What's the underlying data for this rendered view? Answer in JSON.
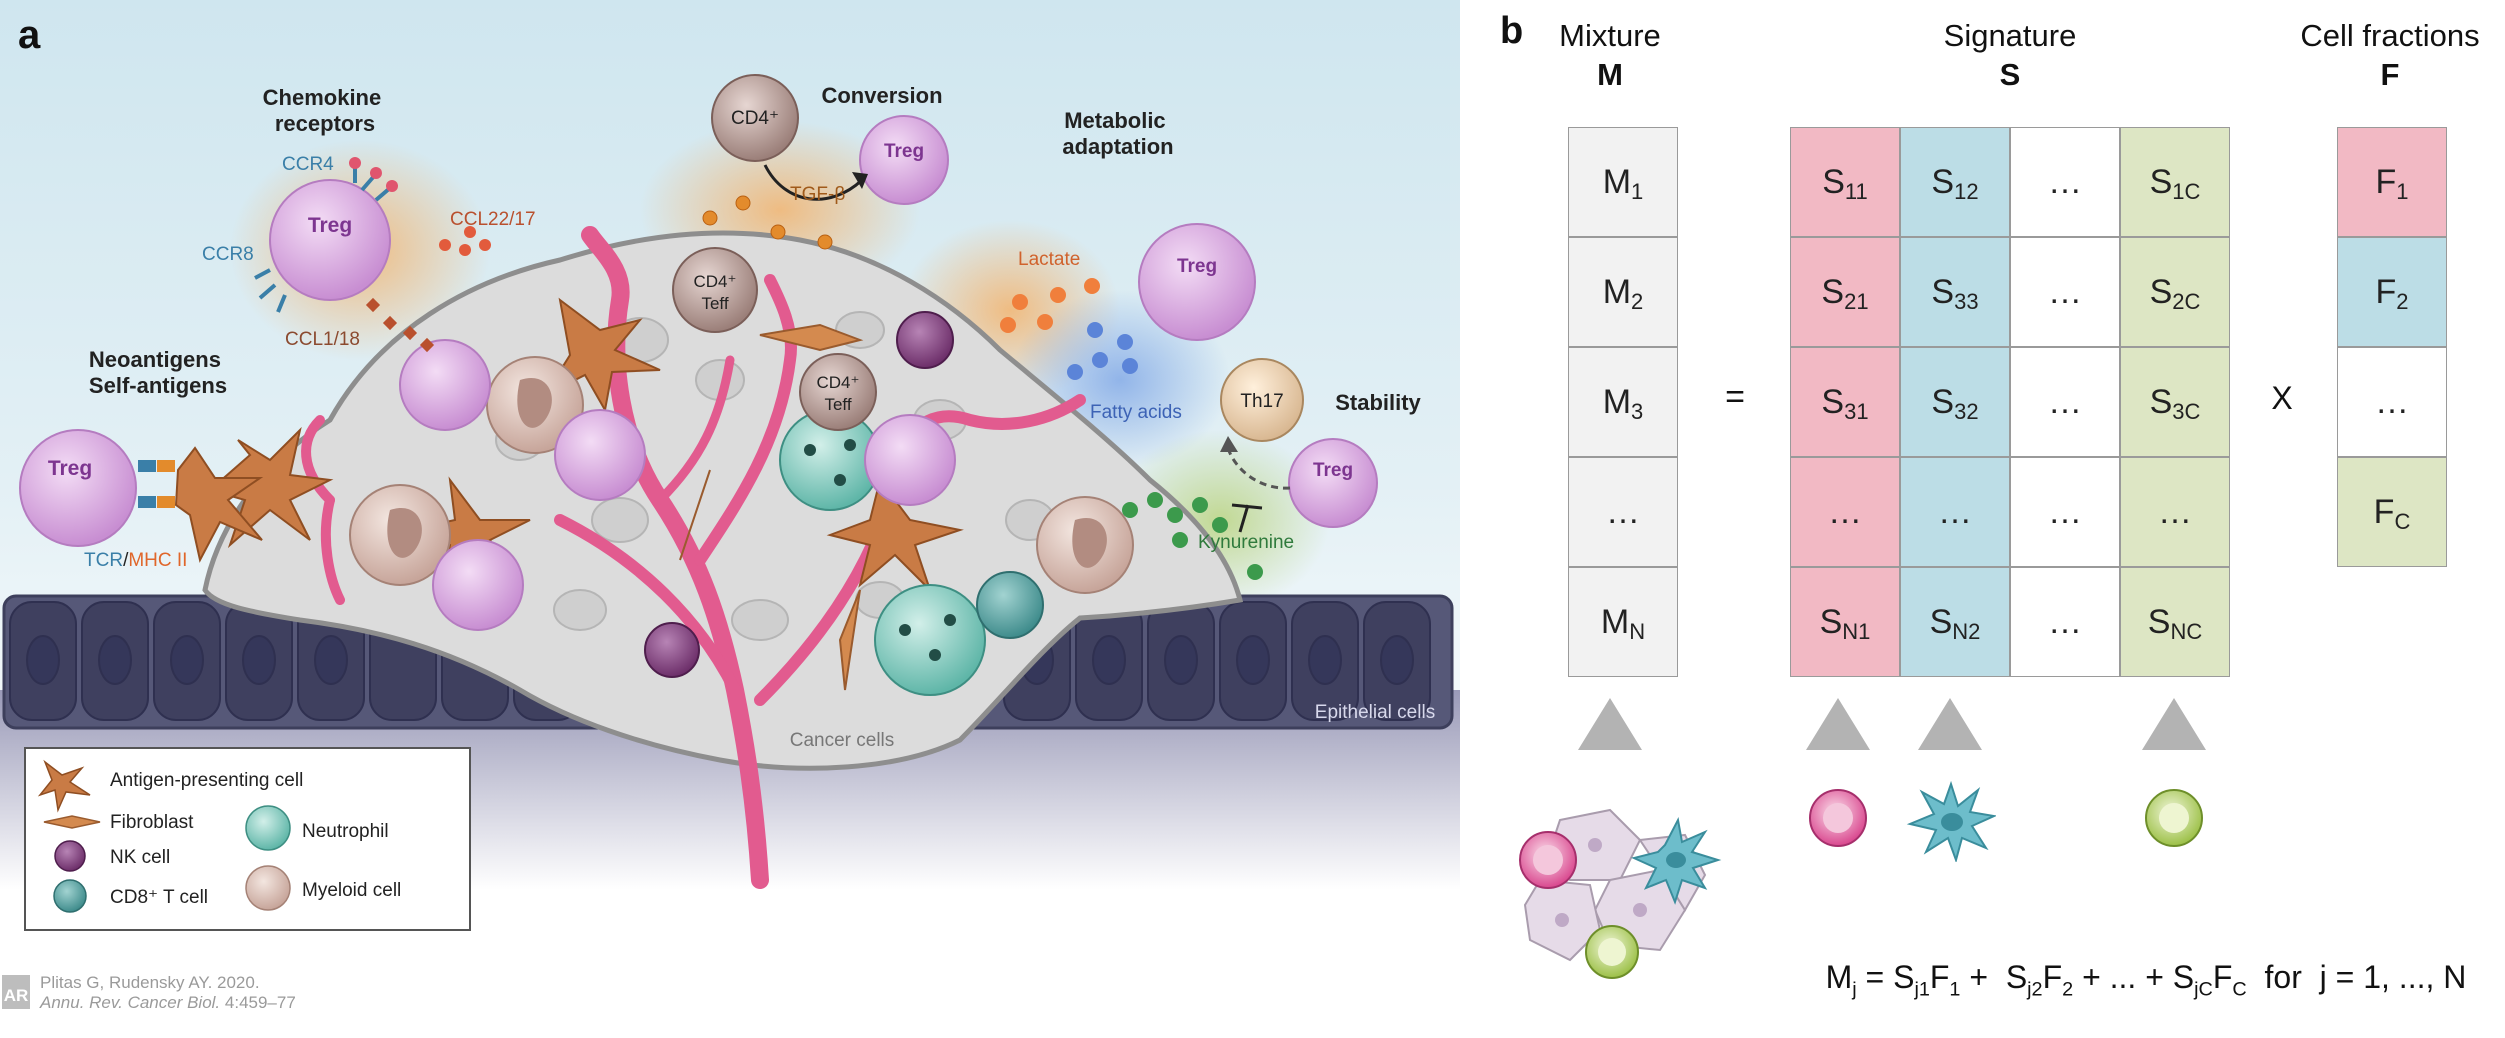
{
  "panel_a": {
    "letter": "a",
    "labels": {
      "chemokine": "Chemokine\nreceptors",
      "ccr4": "CCR4",
      "ccr8": "CCR8",
      "ccl22": "CCL22/17",
      "ccl1": "CCL1/18",
      "conversion": "Conversion",
      "cd4": "CD4⁺",
      "tgf": "TGF-β",
      "metabolic": "Metabolic\nadaptation",
      "lactate": "Lactate",
      "fatty": "Fatty acids",
      "stability": "Stability",
      "th17": "Th17",
      "kynurenine": "Kynurenine",
      "neoantigens": "Neoantigens\nSelf-antigens",
      "tcr": "TCR",
      "slash": "/",
      "mhc": "MHC II",
      "treg": "Treg",
      "cd4teff": "CD4⁺",
      "teff": "Teff",
      "cancer": "Cancer cells",
      "epithelial": "Epithelial cells"
    },
    "legend": {
      "apc": "Antigen-presenting cell",
      "fibroblast": "Fibroblast",
      "nk": "NK cell",
      "neutrophil": "Neutrophil",
      "cd8": "CD8⁺ T cell",
      "myeloid": "Myeloid cell"
    },
    "citation": {
      "authors": "Plitas G, Rudensky AY. 2020.",
      "journal": "Annu. Rev. Cancer Biol.",
      "pages": " 4:459–77",
      "logo": "AR"
    }
  },
  "panel_b": {
    "letter": "b",
    "mixture_title": "Mixture",
    "mixture_symbol": "M",
    "signature_title": "Signature",
    "signature_symbol": "S",
    "fractions_title": "Cell fractions",
    "fractions_symbol": "F",
    "equals": "=",
    "times": "X",
    "ellipsis": "…",
    "mixture": [
      {
        "base": "M",
        "sub": "1"
      },
      {
        "base": "M",
        "sub": "2"
      },
      {
        "base": "M",
        "sub": "3"
      },
      {
        "base": "…",
        "sub": ""
      },
      {
        "base": "M",
        "sub": "N"
      }
    ],
    "signature_rows": [
      [
        {
          "base": "S",
          "sub": "11"
        },
        {
          "base": "S",
          "sub": "12"
        },
        {
          "base": "…",
          "sub": ""
        },
        {
          "base": "S",
          "sub": "1C"
        }
      ],
      [
        {
          "base": "S",
          "sub": "21"
        },
        {
          "base": "S",
          "sub": "33"
        },
        {
          "base": "…",
          "sub": ""
        },
        {
          "base": "S",
          "sub": "2C"
        }
      ],
      [
        {
          "base": "S",
          "sub": "31"
        },
        {
          "base": "S",
          "sub": "32"
        },
        {
          "base": "…",
          "sub": ""
        },
        {
          "base": "S",
          "sub": "3C"
        }
      ],
      [
        {
          "base": "…",
          "sub": ""
        },
        {
          "base": "…",
          "sub": ""
        },
        {
          "base": "…",
          "sub": ""
        },
        {
          "base": "…",
          "sub": ""
        }
      ],
      [
        {
          "base": "S",
          "sub": "N1"
        },
        {
          "base": "S",
          "sub": "N2"
        },
        {
          "base": "…",
          "sub": ""
        },
        {
          "base": "S",
          "sub": "NC"
        }
      ]
    ],
    "fractions": [
      {
        "base": "F",
        "sub": "1"
      },
      {
        "base": "F",
        "sub": "2"
      },
      {
        "base": "…",
        "sub": ""
      },
      {
        "base": "F",
        "sub": "C"
      }
    ],
    "equation": {
      "m": "M",
      "j": "j",
      "eq": " = ",
      "s1": "S",
      "s1sub": "j1",
      "f1": "F",
      "f1sub": "1",
      "plus": " +  ",
      "s2": "S",
      "s2sub": "j2",
      "f2": "F",
      "f2sub": "2",
      "mid": " + ... + ",
      "s3": "S",
      "s3sub": "jC",
      "f3": "F",
      "f3sub": "C",
      "tail": "  for  j = 1, ..., N"
    },
    "colors": {
      "pink": "#f2b9c4",
      "blue": "#bcdde6",
      "green": "#dde6c4",
      "gray": "#f2f2f2",
      "white": "#ffffff"
    }
  }
}
